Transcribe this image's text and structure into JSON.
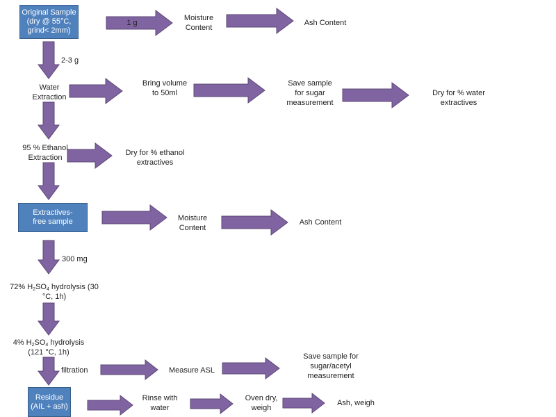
{
  "colors": {
    "arrow_fill": "#8064a2",
    "arrow_stroke": "#5c4776",
    "box_fill": "#4f81bd",
    "box_stroke": "#385d8a"
  },
  "nodes": {
    "original_sample": {
      "line1": "Original Sample",
      "line2": "(dry @ 55°C,",
      "line3": "grind< 2mm)"
    },
    "moisture_content_1": {
      "line1": "Moisture",
      "line2": "Content"
    },
    "ash_content_1": {
      "line1": "Ash Content"
    },
    "water_extraction": {
      "line1": "Water",
      "line2": "Extraction"
    },
    "bring_volume": {
      "line1": "Bring volume",
      "line2": "to 50ml"
    },
    "save_sugar": {
      "line1": "Save sample",
      "line2": "for sugar",
      "line3": "measurement"
    },
    "dry_water": {
      "line1": "Dry for % water",
      "line2": "extractives"
    },
    "ethanol_extraction": {
      "line1": "95 % Ethanol",
      "line2": "Extraction"
    },
    "dry_ethanol": {
      "line1": "Dry for % ethanol",
      "line2": "extractives"
    },
    "extractives_free": {
      "line1": "Extractives-",
      "line2": "free sample"
    },
    "moisture_content_2": {
      "line1": "Moisture",
      "line2": "Content"
    },
    "ash_content_2": {
      "line1": "Ash Content"
    },
    "hydrolysis_72": {
      "prefix": "72% H",
      "sub1": "2",
      "mid": "SO",
      "sub2": "4",
      "suffix": " hydrolysis (30",
      "line2": "°C, 1h)"
    },
    "hydrolysis_4": {
      "prefix": "4% H",
      "sub1": "2",
      "mid": "SO",
      "sub2": "4",
      "suffix": " hydrolysis",
      "line2": "(121 °C, 1h)"
    },
    "filtration": {
      "line1": "filtration"
    },
    "measure_asl": {
      "line1": "Measure ASL"
    },
    "save_sugar_acetyl": {
      "line1": "Save sample for",
      "line2": "sugar/acetyl",
      "line3": "measurement"
    },
    "residue": {
      "line1": "Residue",
      "line2": "(AIL + ash)"
    },
    "rinse_water": {
      "line1": "Rinse with",
      "line2": "water"
    },
    "oven_dry": {
      "line1": "Oven dry,",
      "line2": "weigh"
    },
    "ash_weigh": {
      "line1": "Ash, weigh"
    }
  },
  "labels": {
    "one_g": "1 g",
    "two_three_g": "2-3 g",
    "three_hundred_mg": "300 mg"
  }
}
